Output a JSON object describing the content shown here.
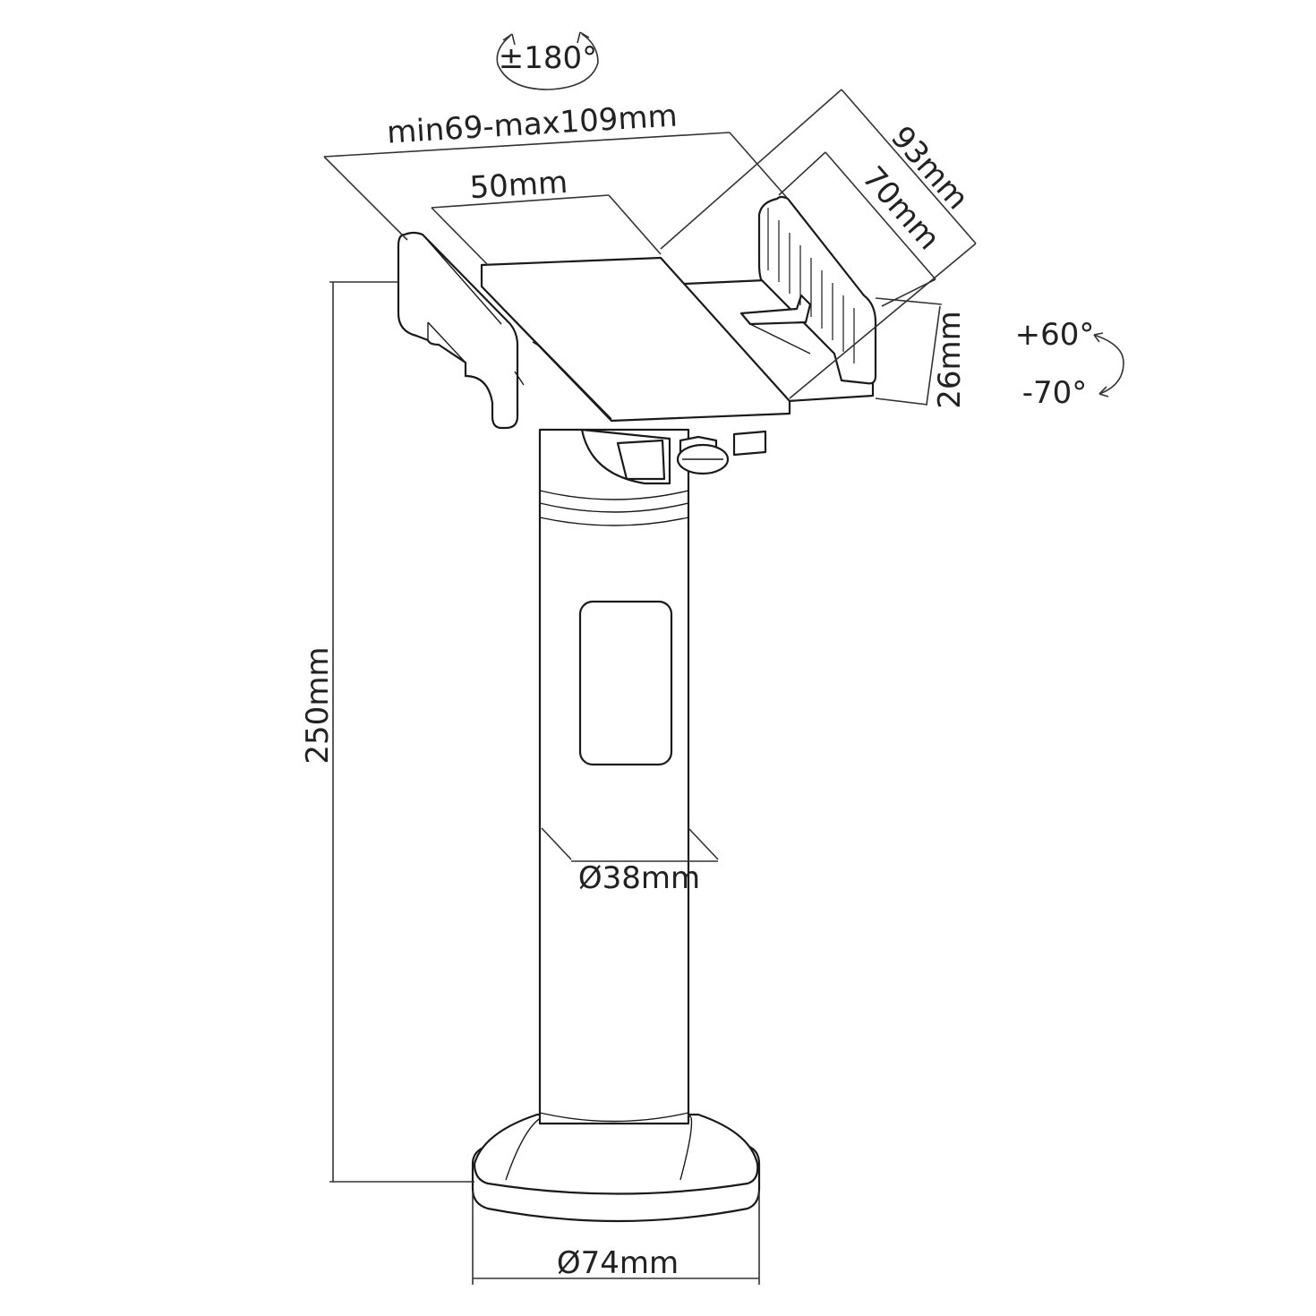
{
  "dimensions": {
    "rotation_swivel": "±180°",
    "clamp_range": "min69-max109mm",
    "plate_width": "50mm",
    "holder_depth": "93mm",
    "grip_length": "70mm",
    "grip_height": "26mm",
    "tilt_up": "+60°",
    "tilt_down": "-70°",
    "total_height": "250mm",
    "pole_diameter": "Ø38mm",
    "base_diameter": "Ø74mm"
  },
  "colors": {
    "line": "#1a1a1a",
    "background": "#ffffff"
  }
}
